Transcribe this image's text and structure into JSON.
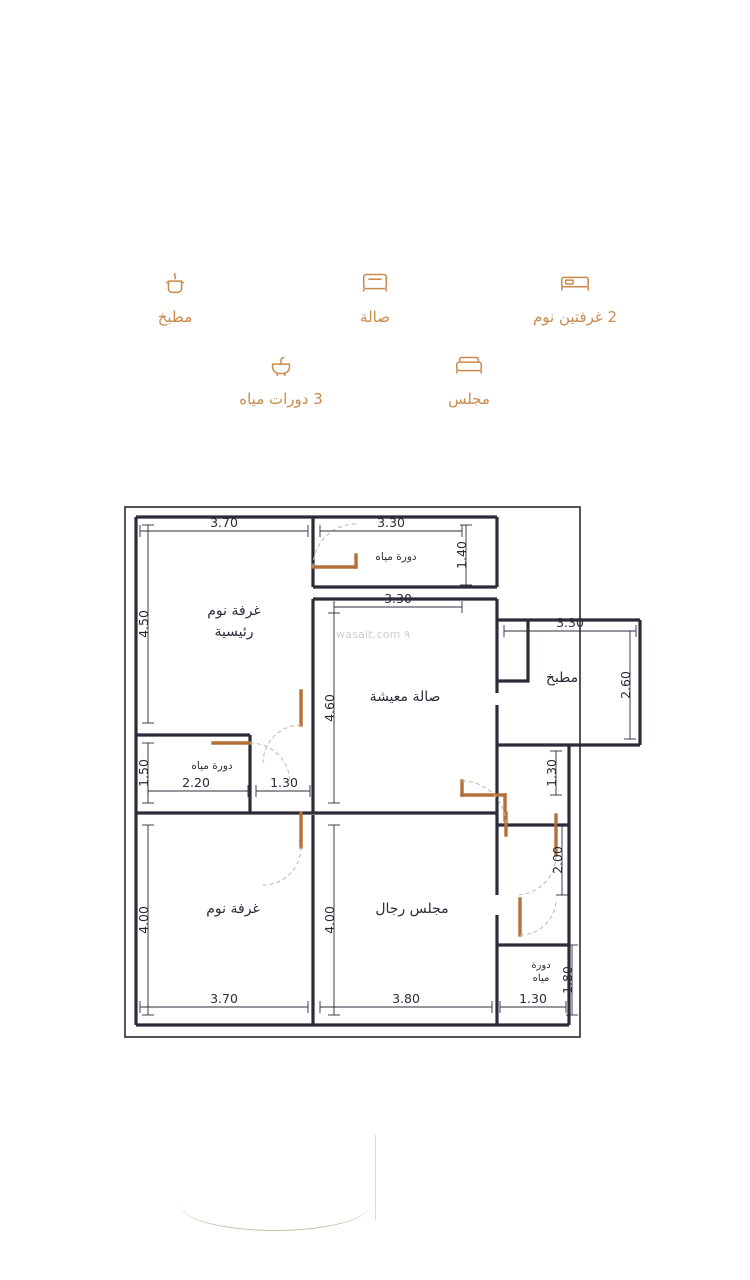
{
  "features": {
    "row1": [
      {
        "icon": "kitchen-pot-icon",
        "label": "مطبخ"
      },
      {
        "icon": "sofa-icon",
        "label": "صالة"
      },
      {
        "icon": "bed-icon",
        "label": "2 غرفتين نوم"
      }
    ],
    "row2": [
      {
        "icon": "sink-icon",
        "label": "3 دورات مياه"
      },
      {
        "icon": "armchair-icon",
        "label": "مجلس"
      }
    ]
  },
  "watermark": "wasalt.com ٩",
  "floorplan": {
    "rooms": [
      {
        "id": "master-bedroom",
        "name_line1": "غرفة نوم",
        "name_line2": "رئيسية"
      },
      {
        "id": "wc-top",
        "name_line1": "دورة مياه",
        "name_line2": ""
      },
      {
        "id": "living-room",
        "name_line1": "صالة معيشة",
        "name_line2": ""
      },
      {
        "id": "kitchen",
        "name_line1": "مطبخ",
        "name_line2": ""
      },
      {
        "id": "wc-middle",
        "name_line1": "دورة مياه",
        "name_line2": ""
      },
      {
        "id": "bedroom",
        "name_line1": "غرفة نوم",
        "name_line2": ""
      },
      {
        "id": "majlis",
        "name_line1": "مجلس رجال",
        "name_line2": ""
      },
      {
        "id": "wc-bottom",
        "name_line1": "دورة",
        "name_line2": "مياه"
      }
    ],
    "dimensions": {
      "top_master_width": "3.70",
      "top_wc_width": "3.30",
      "wc_top_height": "1.40",
      "master_height": "4.50",
      "living_width": "3.30",
      "living_height": "4.60",
      "kitchen_width": "3.30",
      "kitchen_height": "2.60",
      "wc_mid_height": "1.50",
      "wc_mid_width": "2.20",
      "corridor_width": "1.30",
      "kitchen_side_height": "1.30",
      "bedroom_height": "4.00",
      "majlis_height": "4.00",
      "store_height": "2.00",
      "wc_bottom_height": "1.80",
      "bedroom_width": "3.70",
      "majlis_width": "3.80",
      "wc_bottom_width": "1.30"
    }
  },
  "colors": {
    "accent": "#c98a4b",
    "wall": "#2b2b3a",
    "door": "#b5703a",
    "text": "#2b2b3a",
    "watermark": "#cfcfcf"
  }
}
